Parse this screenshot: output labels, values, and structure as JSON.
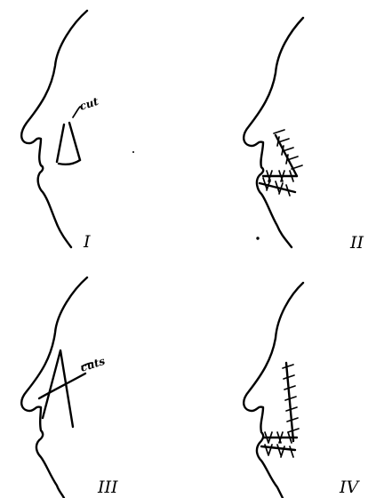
{
  "colors": {
    "ink": "#000000",
    "paper": "#ffffff"
  },
  "panels": [
    {
      "id": "I",
      "numeral": "I",
      "note": "cut"
    },
    {
      "id": "II",
      "numeral": "II",
      "note": ""
    },
    {
      "id": "III",
      "numeral": "III",
      "note": "cuts"
    },
    {
      "id": "IV",
      "numeral": "IV",
      "note": ""
    }
  ]
}
